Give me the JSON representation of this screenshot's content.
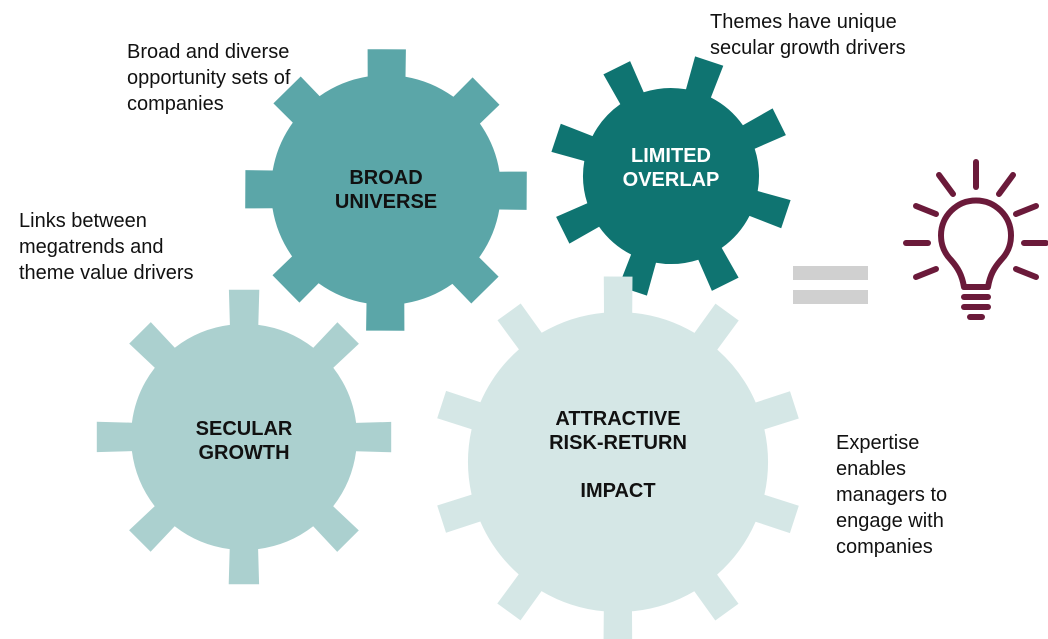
{
  "gears": [
    {
      "id": "broad-universe",
      "lines": [
        "BROAD",
        "UNIVERSE"
      ],
      "fill": "#5ba6a8",
      "text_color": "#111111"
    },
    {
      "id": "limited-overlap",
      "lines": [
        "LIMITED",
        "OVERLAP"
      ],
      "fill": "#0f7471",
      "text_color": "#ffffff"
    },
    {
      "id": "secular-growth",
      "lines": [
        "SECULAR",
        "GROWTH"
      ],
      "fill": "#abd0cf",
      "text_color": "#111111"
    },
    {
      "id": "attractive-risk-return",
      "lines": [
        "ATTRACTIVE",
        "RISK-RETURN",
        "",
        "IMPACT"
      ],
      "fill": "#d5e7e6",
      "text_color": "#111111"
    }
  ],
  "annotations": {
    "broad_universe": "Broad and diverse\nopportunity sets of\ncompanies",
    "limited_overlap": "Themes have unique\nsecular growth drivers",
    "secular_growth": "Links between\nmegatrends and\ntheme value drivers",
    "risk_return": "Expertise\nenables\nmanagers to\nengage with\ncompanies"
  },
  "equals_color": "#d0d0d0",
  "bulb_color": "#6b1a3a",
  "icons": [
    "equals-icon",
    "lightbulb-icon"
  ]
}
